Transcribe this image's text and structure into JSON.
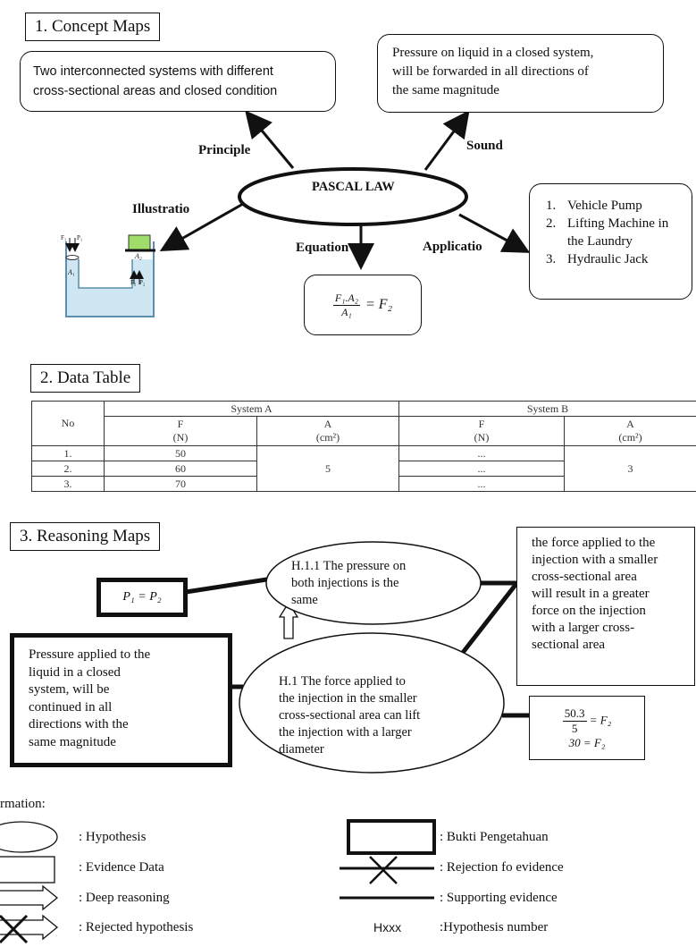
{
  "section1": {
    "title": "1. Concept Maps",
    "center": "PASCAL LAW",
    "box_left": [
      "Two interconnected systems with different",
      "cross-sectional areas and closed condition"
    ],
    "box_right": [
      "Pressure on liquid in a closed system,",
      "will be forwarded in all directions of",
      "the same magnitude"
    ],
    "label_principle": "Principle",
    "label_sound": "Sound",
    "label_illustration": "Illustratio",
    "label_equation": "Equation",
    "label_application": "Applicatio",
    "applications": [
      "Vehicle Pump",
      "Lifting Machine in the Laundry",
      "Hydraulic Jack"
    ],
    "equation": {
      "num": "F₁.A₂",
      "den": "A₁",
      "rhs": "= F₂"
    },
    "illustration_labels": {
      "F1": "F₁",
      "P1": "P₁",
      "A1": "A₁",
      "A2": "A₂",
      "F2": "F₂",
      "P2": "P₂"
    }
  },
  "section2": {
    "title": "2. Data Table",
    "headers": {
      "no": "No",
      "system_a": "System A",
      "system_b": "System B",
      "f": "F",
      "f_unit": "(N)",
      "a": "A",
      "a_unit": "(cm²)"
    },
    "rows": [
      {
        "no": "1.",
        "fa": "50",
        "fb": "..."
      },
      {
        "no": "2.",
        "fa": "60",
        "fb": "..."
      },
      {
        "no": "3.",
        "fa": "70",
        "fb": "..."
      }
    ],
    "area_a": "5",
    "area_b": "3"
  },
  "section3": {
    "title": "3. Reasoning Maps",
    "hyp_top": [
      "H.1.1 The pressure on",
      "both injections is the",
      "same"
    ],
    "hyp_main": [
      "H.1 The force applied to",
      "the injection in the smaller",
      "cross-sectional area can lift",
      "the injection with a larger",
      "diameter"
    ],
    "evidence_p": "P₁ = P₂",
    "evidence_left": [
      "Pressure applied to the",
      "liquid in a closed",
      "system, will be",
      "continued in all",
      "directions with the",
      "same magnitude"
    ],
    "evidence_right": [
      "the force applied to the",
      "injection with a smaller",
      "cross-sectional area",
      "will result in a greater",
      "force on the injection",
      "with a larger cross-",
      "sectional area"
    ],
    "calc": {
      "num": "50.3",
      "den": "5",
      "rhs1": "= F₂",
      "line2": "30 = F₂"
    }
  },
  "legend": {
    "title": "rmation:",
    "hypothesis": ": Hypothesis",
    "evidence_data": ": Evidence Data",
    "deep_reasoning": ": Deep reasoning",
    "rejected_hypothesis": ": Rejected hypothesis",
    "bukti": ": Bukti Pengetahuan",
    "rejection": ": Rejection fo evidence",
    "supporting": ": Supporting evidence",
    "hxxx": "Hxxx",
    "hyp_number": ":Hypothesis number"
  }
}
